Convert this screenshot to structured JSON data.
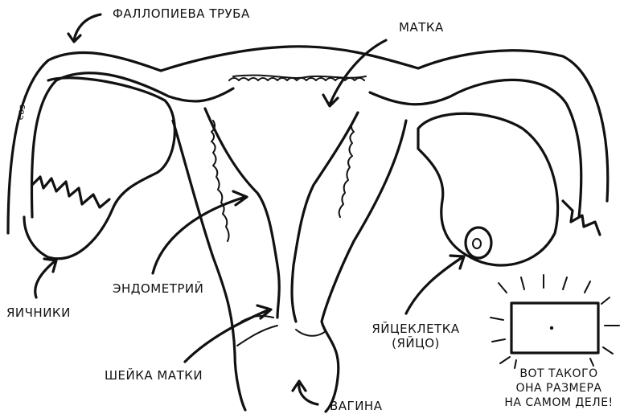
{
  "labels": {
    "fallopian_tube": "ФАЛЛОПИЕВА ТРУБА",
    "uterus": "МАТКА",
    "endometrium": "ЭНДОМЕТРИЙ",
    "ovaries": "ЯИЧНИКИ",
    "egg_line1": "ЯЙЦЕКЛЕТКА",
    "egg_line2": "(ЯЙЦО)",
    "cervix": "ШЕЙКА МАТКИ",
    "vagina": "ВАГИНА",
    "note_line1": "ВОТ ТАКОГО",
    "note_line2": "ОНА РАЗМЕРА",
    "note_line3": "НА САМОМ ДЕЛЕ!",
    "signature": "eos"
  }
}
